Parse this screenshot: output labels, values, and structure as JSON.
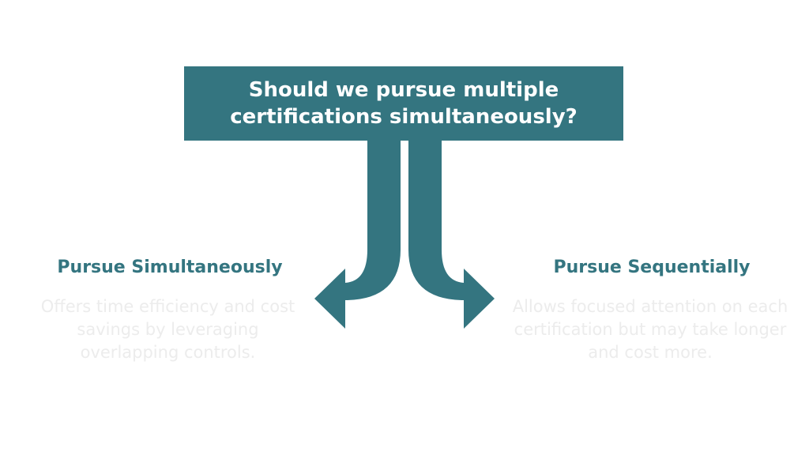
{
  "question": "Should we pursue multiple\ncertifications simultaneously?",
  "options": {
    "left": {
      "title": "Pursue Simultaneously",
      "description": "Offers time efficiency and cost savings by leveraging overlapping controls."
    },
    "right": {
      "title": "Pursue Sequentially",
      "description": "Allows focused attention on each certification but may take longer and cost more."
    }
  },
  "colors": {
    "accent": "#347580",
    "background": "#ffffff",
    "description_text": "#ececec"
  }
}
